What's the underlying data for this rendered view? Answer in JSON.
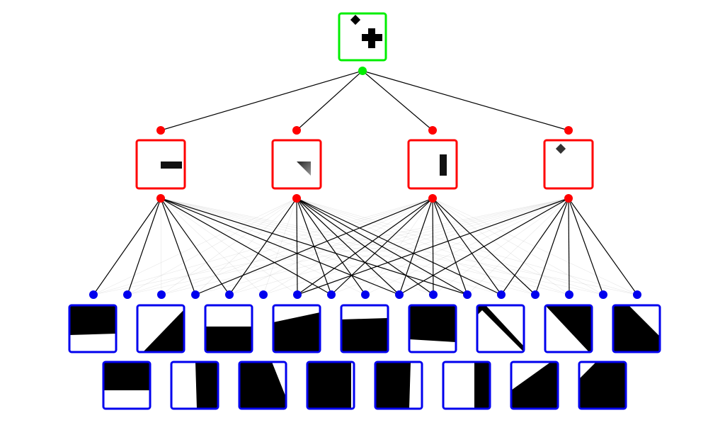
{
  "colors": {
    "root": "#00ee00",
    "mid": "#ff0000",
    "leaf": "#0000ee",
    "strong_edge": "#000000",
    "faint_edge": "#bbbbbb",
    "background": "#ffffff"
  },
  "root": {
    "icon": "diamond-and-cross-pattern",
    "children": [
      0,
      1,
      2,
      3
    ]
  },
  "mid_nodes": [
    {
      "icon": "horizontal-bar-pattern",
      "shape": "hbar",
      "children": [
        0,
        1,
        3,
        4,
        7,
        9,
        11
      ]
    },
    {
      "icon": "corner-triangle-pattern",
      "shape": "triangle",
      "children": [
        4,
        6,
        7,
        8,
        9,
        10,
        11,
        12
      ]
    },
    {
      "icon": "vertical-bar-pattern",
      "shape": "vbar",
      "children": [
        3,
        6,
        7,
        9,
        10,
        11,
        12,
        13
      ]
    },
    {
      "icon": "diamond-pattern",
      "shape": "diamond",
      "children": [
        6,
        9,
        12,
        13,
        14,
        15,
        16
      ]
    }
  ],
  "leaf_dots": 17,
  "leaf_patterns_row1": [
    {
      "icon": "top-half-black-pattern",
      "shape": "top-half"
    },
    {
      "icon": "diagonal-lower-right-black-pattern",
      "shape": "diag-lr"
    },
    {
      "icon": "bottom-half-black-pattern",
      "shape": "bottom-half"
    },
    {
      "icon": "slanted-bottom-black-pattern",
      "shape": "slant-bottom"
    },
    {
      "icon": "bottom-mostly-black-pattern",
      "shape": "bottom-mostly"
    },
    {
      "icon": "top-mostly-black-pattern",
      "shape": "top-mostly"
    },
    {
      "icon": "diagonal-upper-right-black-pattern",
      "shape": "diag-ur"
    },
    {
      "icon": "steep-diagonal-black-pattern",
      "shape": "diag-steep"
    },
    {
      "icon": "diagonal-upper-right-wide-black-pattern",
      "shape": "diag-ur-wide"
    }
  ],
  "leaf_patterns_row2": [
    {
      "icon": "top-black-white-bottom-pattern",
      "shape": "top-black"
    },
    {
      "icon": "right-half-black-pattern",
      "shape": "right-half"
    },
    {
      "icon": "left-slanted-black-pattern",
      "shape": "left-slant"
    },
    {
      "icon": "almost-all-black-pattern",
      "shape": "almost-all"
    },
    {
      "icon": "left-mostly-black-pattern",
      "shape": "left-mostly"
    },
    {
      "icon": "right-portion-black-pattern",
      "shape": "right-portion"
    },
    {
      "icon": "diagonal-lower-black-pattern",
      "shape": "diag-lower"
    },
    {
      "icon": "corner-cut-black-pattern",
      "shape": "corner-cut"
    }
  ]
}
